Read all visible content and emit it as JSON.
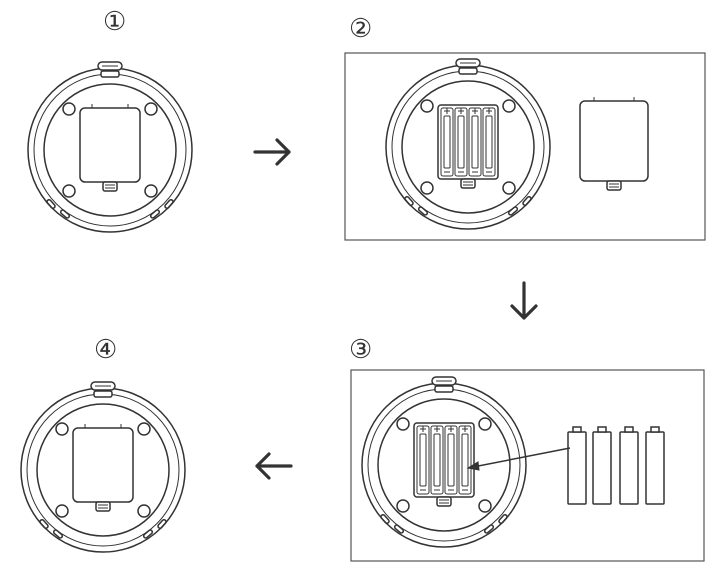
{
  "steps": [
    {
      "id": 1,
      "label": "①"
    },
    {
      "id": 2,
      "label": "②"
    },
    {
      "id": 3,
      "label": "③"
    },
    {
      "id": 4,
      "label": "④"
    }
  ],
  "colors": {
    "line": "#333333",
    "panel_border": "#555555",
    "background": "#ffffff"
  },
  "icons": {
    "flow": [
      "arrow-right-icon",
      "arrow-down-icon",
      "arrow-left-icon"
    ],
    "device": "round-light-back-view-icon",
    "battery": "aa-battery-icon",
    "cover": "battery-cover-icon"
  },
  "batteries_in_step3": 4
}
